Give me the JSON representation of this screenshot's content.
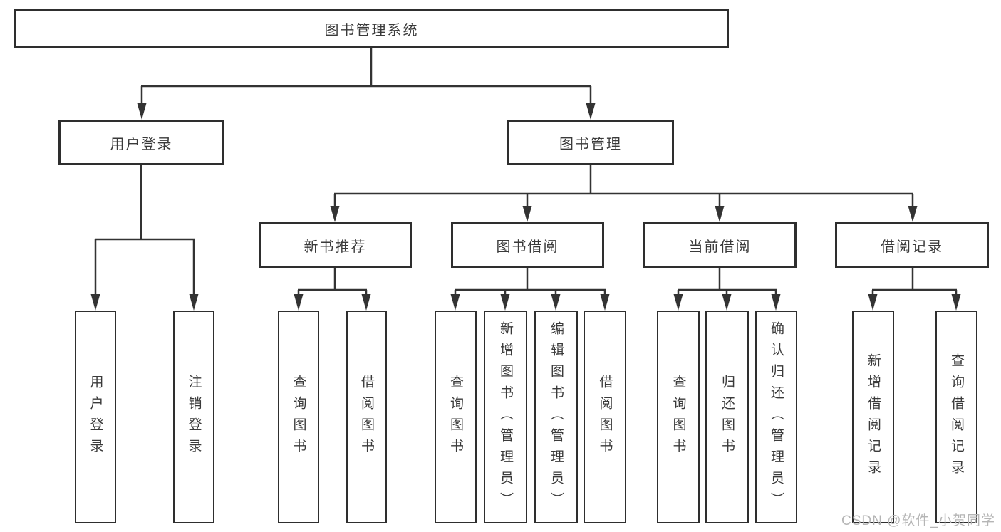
{
  "diagram": {
    "type": "hierarchy",
    "root": {
      "label": "图书管理系统"
    },
    "level2": [
      {
        "label": "用户登录",
        "children": [
          {
            "label": "用户登录"
          },
          {
            "label": "注销登录"
          }
        ]
      },
      {
        "label": "图书管理",
        "children": [
          {
            "label": "新书推荐",
            "children": [
              {
                "label": "查询图书"
              },
              {
                "label": "借阅图书"
              }
            ]
          },
          {
            "label": "图书借阅",
            "children": [
              {
                "label": "查询图书"
              },
              {
                "label": "新增图书（管理员）"
              },
              {
                "label": "编辑图书（管理员）"
              },
              {
                "label": "借阅图书"
              }
            ]
          },
          {
            "label": "当前借阅",
            "children": [
              {
                "label": "查询图书"
              },
              {
                "label": "归还图书"
              },
              {
                "label": "确认归还（管理员）"
              }
            ]
          },
          {
            "label": "借阅记录",
            "children": [
              {
                "label": "新增借阅记录"
              },
              {
                "label": "查询借阅记录"
              }
            ]
          }
        ]
      }
    ]
  },
  "watermark": {
    "text": "CSDN @软件_小贺同学"
  },
  "colors": {
    "line": "#333333",
    "box_border": "#2e2e2e",
    "text": "#3a3a3a",
    "background": "#ffffff",
    "watermark": "#b5b5b5"
  }
}
